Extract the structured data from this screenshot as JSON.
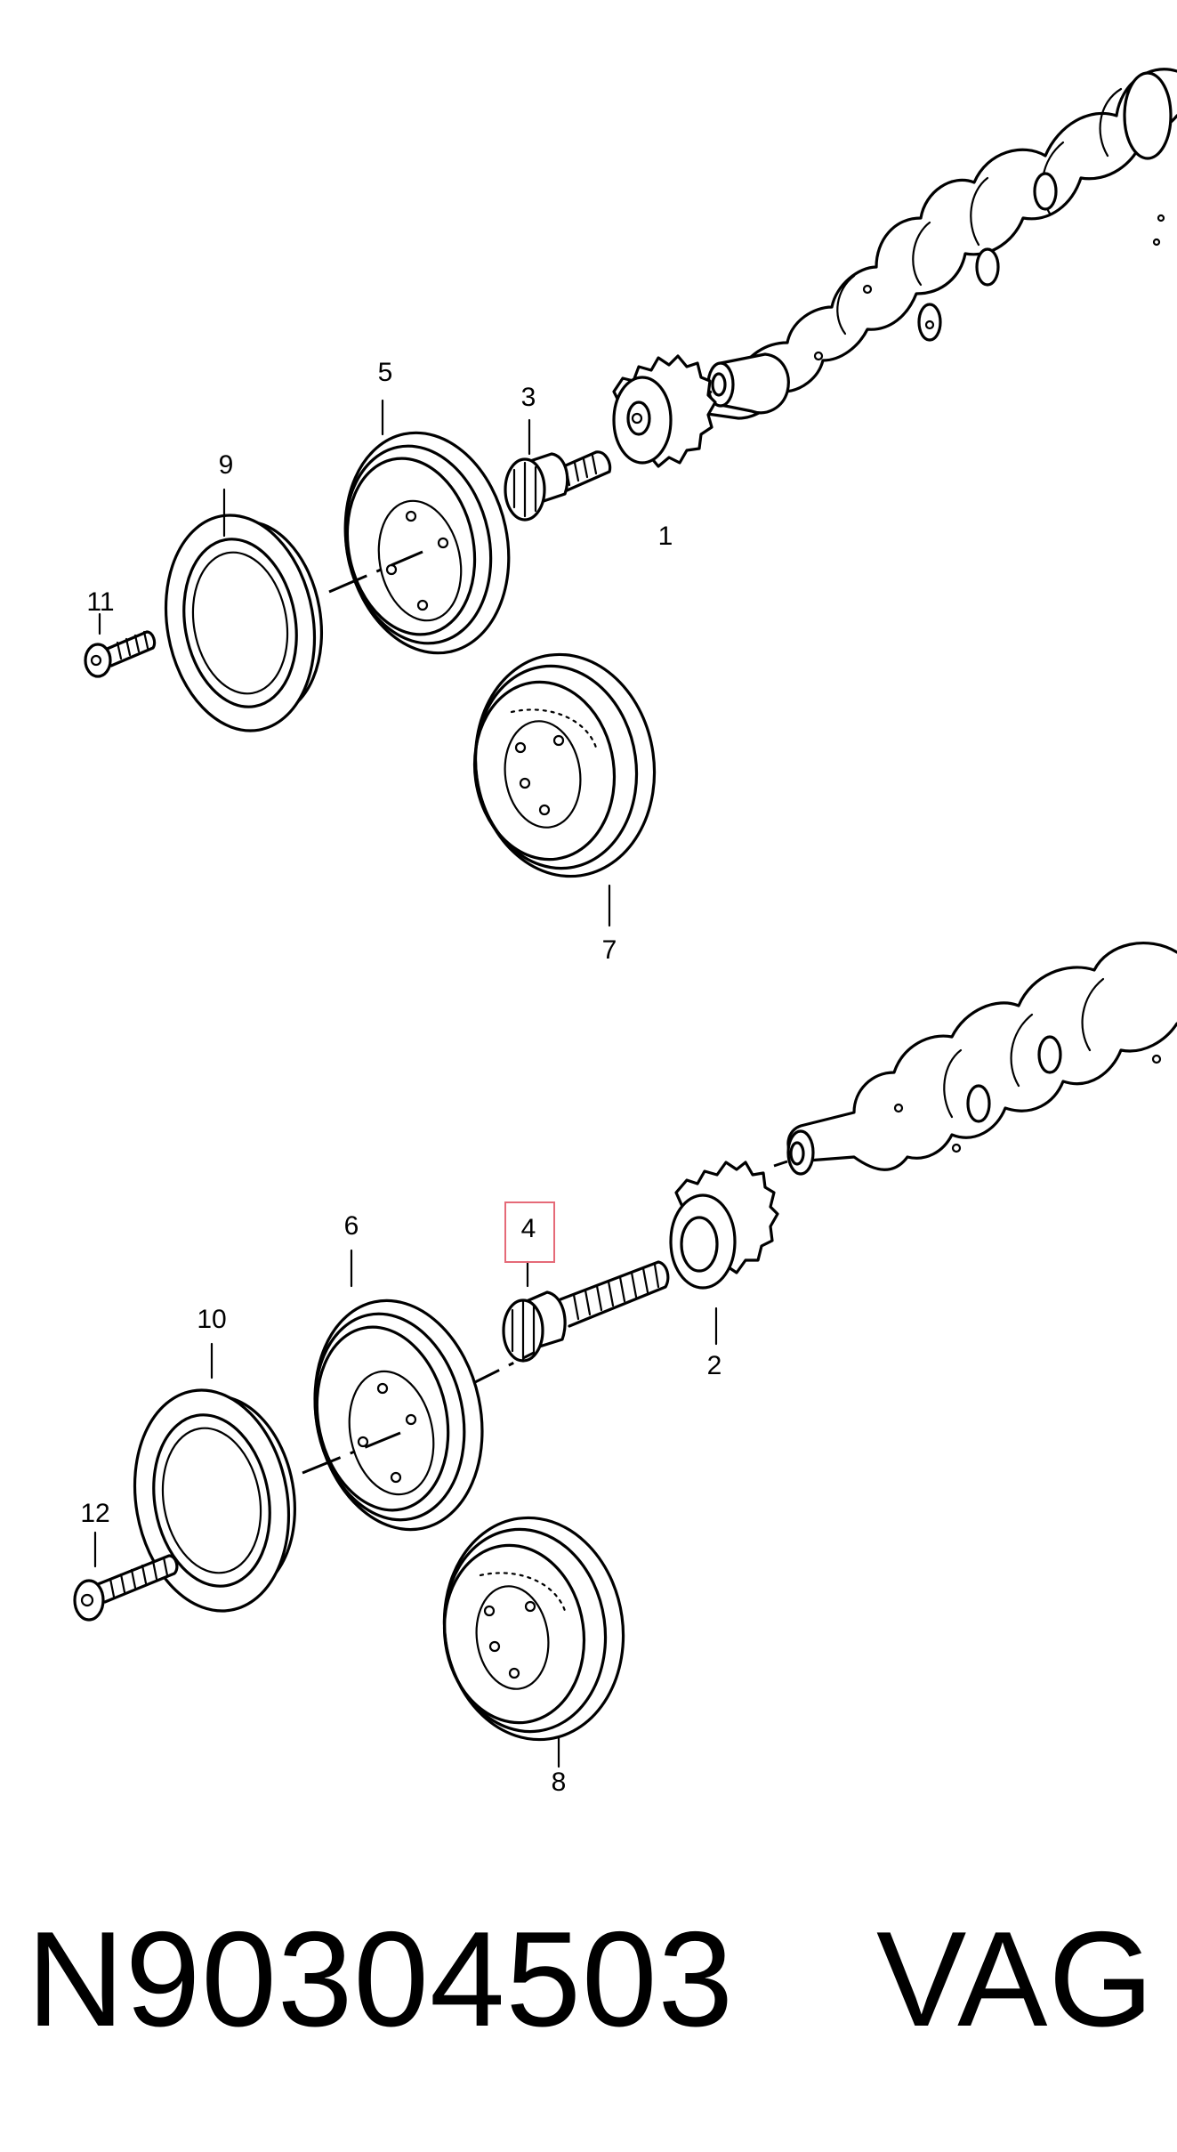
{
  "callouts": {
    "c1": "1",
    "c2": "2",
    "c3": "3",
    "c4": "4",
    "c5": "5",
    "c6": "6",
    "c7": "7",
    "c8": "8",
    "c9": "9",
    "c10": "10",
    "c11": "11",
    "c12": "12"
  },
  "highlight": {
    "label": "4",
    "color": "#e56a78"
  },
  "footer": {
    "part_number": "N90304503",
    "brand": "VAG"
  }
}
